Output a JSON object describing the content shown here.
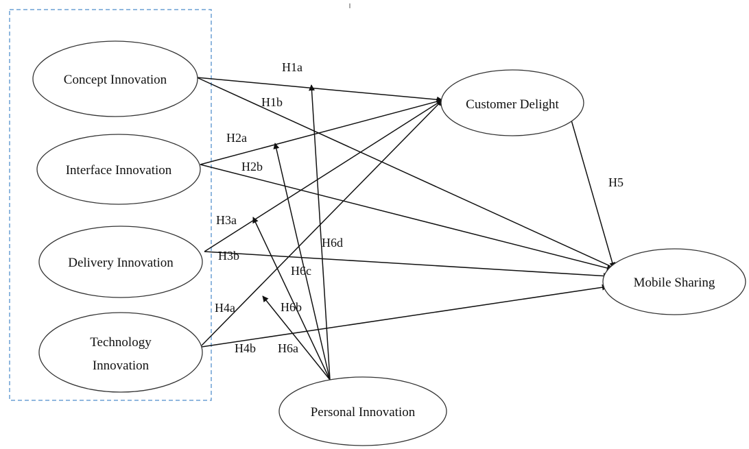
{
  "colors": {
    "node_stroke": "#333333",
    "edge": "#111111",
    "group_border": "#6a9fd4"
  },
  "nodes": {
    "concept": {
      "label": "Concept Innovation"
    },
    "interface": {
      "label": "Interface Innovation"
    },
    "delivery": {
      "label": "Delivery Innovation"
    },
    "technology": {
      "label": [
        "Technology",
        "Innovation"
      ]
    },
    "delight": {
      "label": "Customer Delight"
    },
    "sharing": {
      "label": "Mobile Sharing"
    },
    "personal": {
      "label": "Personal Innovation"
    }
  },
  "edges": [
    {
      "id": "h1a",
      "from": "concept",
      "to": "delight",
      "label": "H1a"
    },
    {
      "id": "h1b",
      "from": "concept",
      "to": "sharing",
      "label": "H1b"
    },
    {
      "id": "h2a",
      "from": "interface",
      "to": "delight",
      "label": "H2a"
    },
    {
      "id": "h2b",
      "from": "interface",
      "to": "sharing",
      "label": "H2b"
    },
    {
      "id": "h3a",
      "from": "delivery",
      "to": "delight",
      "label": "H3a"
    },
    {
      "id": "h3b",
      "from": "delivery",
      "to": "sharing",
      "label": "H3b"
    },
    {
      "id": "h4a",
      "from": "technology",
      "to": "delight",
      "label": "H4a"
    },
    {
      "id": "h4b",
      "from": "technology",
      "to": "sharing",
      "label": "H4b"
    },
    {
      "id": "h5",
      "from": "delight",
      "to": "sharing",
      "label": "H5"
    },
    {
      "id": "h6a",
      "from": "personal",
      "to": "h4a",
      "label": "H6a"
    },
    {
      "id": "h6b",
      "from": "personal",
      "to": "h3a",
      "label": "H6b"
    },
    {
      "id": "h6c",
      "from": "personal",
      "to": "h2a",
      "label": "H6c"
    },
    {
      "id": "h6d",
      "from": "personal",
      "to": "h1a",
      "label": "H6d"
    }
  ]
}
